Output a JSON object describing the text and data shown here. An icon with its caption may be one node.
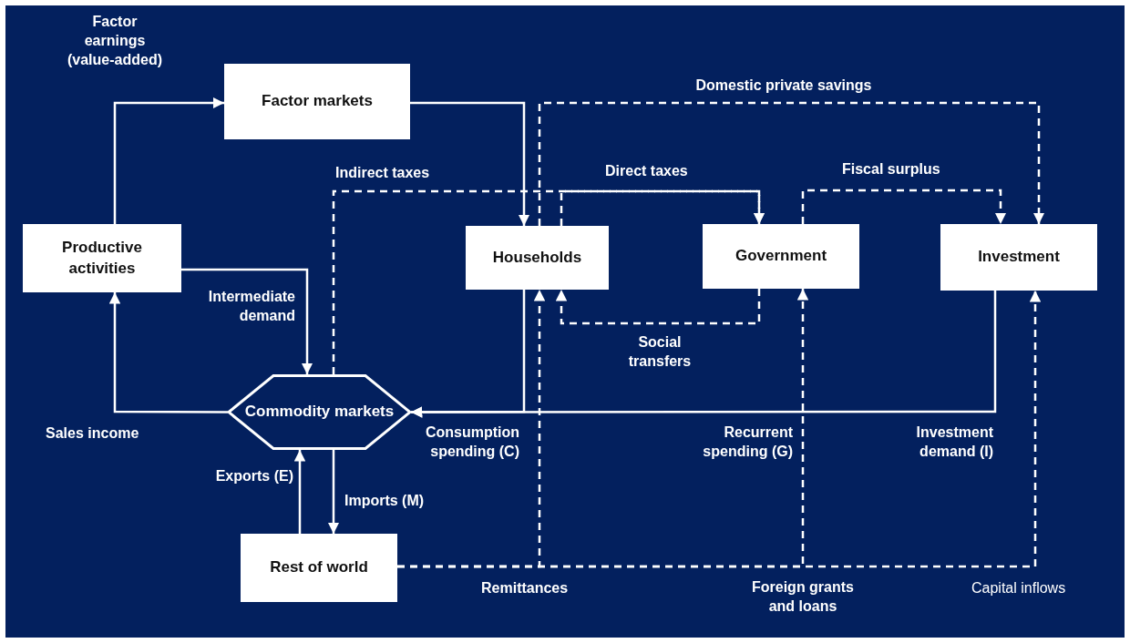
{
  "diagram": {
    "nodes": [
      {
        "text": [
          "Factor markets"
        ]
      },
      {
        "text": [
          "Productive activities"
        ]
      },
      {
        "text": [
          "Households"
        ]
      },
      {
        "text": [
          "Government"
        ]
      },
      {
        "text": [
          "Investment"
        ]
      },
      {
        "text": [
          "Commodity markets"
        ]
      },
      {
        "text": [
          "Rest of world"
        ]
      }
    ],
    "edges": [
      {
        "from": 1,
        "to": 0,
        "arrow": "to",
        "label": "Factor earnings (value-added)"
      },
      {
        "from": 0,
        "to": 2,
        "arrow": "to"
      },
      {
        "from": 2,
        "to": 4,
        "arrow": "to",
        "style": "dashed",
        "label": "Domestic private savings"
      },
      {
        "from": 5,
        "to": 3,
        "arrow": "to",
        "style": "dashed",
        "label": "Indirect taxes"
      },
      {
        "from": 2,
        "to": 3,
        "arrow": "to",
        "style": "dashed",
        "label": "Direct taxes"
      },
      {
        "from": 3,
        "to": 4,
        "arrow": "to",
        "style": "dashed",
        "label": "Fiscal surplus"
      },
      {
        "from": 1,
        "to": 5,
        "arrow": "to",
        "label": "Intermediate demand"
      },
      {
        "from": 3,
        "to": 2,
        "arrow": "to",
        "style": "dashed",
        "label": "Social transfers"
      },
      {
        "from": 5,
        "to": 1,
        "arrow": "to",
        "label": "Sales income"
      },
      {
        "from": 2,
        "to": 5,
        "arrow": "to",
        "label": "Consumption spending (C)"
      },
      {
        "from": 4,
        "to": 5,
        "arrow": "to",
        "label": "Investment demand (I)"
      },
      {
        "from": 6,
        "to": 5,
        "arrow": "to",
        "label": "Exports (E)"
      },
      {
        "from": 5,
        "to": 6,
        "arrow": "to",
        "label": "Imports (M)"
      },
      {
        "from": 6,
        "to": 2,
        "arrow": "to",
        "style": "dashed",
        "label": "Remittances"
      },
      {
        "from": 6,
        "to": 3,
        "arrow": "to",
        "style": "dashed",
        "label": "Foreign grants and loans"
      },
      {
        "from": 6,
        "to": 4,
        "arrow": "to",
        "style": "dashed",
        "label": "Capital inflows"
      }
    ],
    "labels": [
      "Recurrent spending (G)"
    ]
  }
}
